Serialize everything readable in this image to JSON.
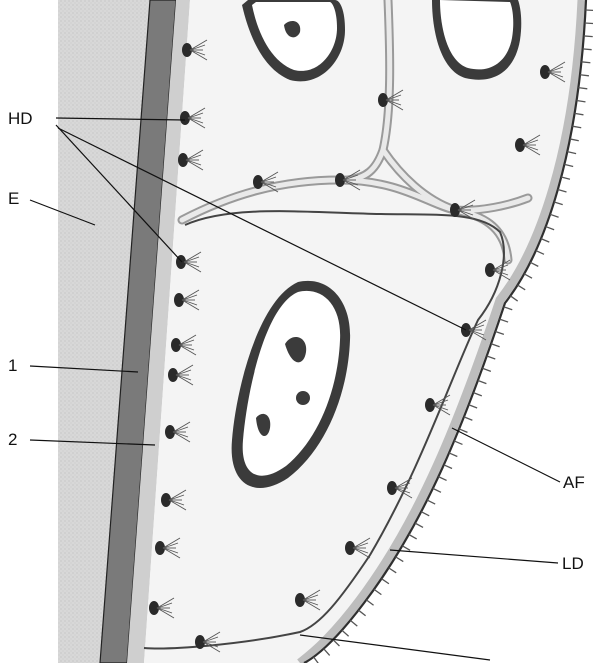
{
  "labels": {
    "hd": "HD",
    "e": "E",
    "one": "1",
    "two": "2",
    "af": "AF",
    "ld": "LD"
  },
  "colors": {
    "epithelium": "#d9d9d9",
    "basement_dark": "#7a7a7a",
    "basement_light": "#c9c9c9",
    "cell_fill": "#f4f4f4",
    "membrane_dark": "#3a3a3a",
    "membrane_gray": "#bdbdbd",
    "nucleus_chromatin": "#3b3b3b",
    "hemidesmosome": "#2a2a2a",
    "leader_line": "#111111"
  }
}
